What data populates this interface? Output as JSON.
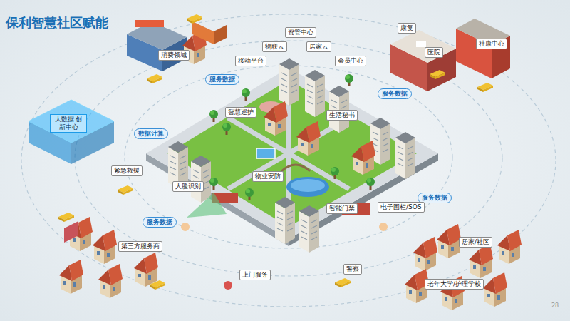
{
  "diagram": {
    "title": "保利智慧社区赋能",
    "nodes": [
      {
        "text": [
          "消费领域"
        ]
      },
      {
        "text": [
          "资管中心"
        ]
      },
      {
        "text": [
          "康复"
        ]
      },
      {
        "text": [
          "社康中心"
        ]
      },
      {
        "text": [
          "物联云"
        ]
      },
      {
        "text": [
          "居家云"
        ]
      },
      {
        "text": [
          "医院"
        ]
      },
      {
        "text": [
          "移动平台"
        ]
      },
      {
        "text": [
          "会员中心"
        ]
      },
      {
        "text": [
          "服务数据"
        ]
      },
      {
        "text": [
          "服务数据"
        ]
      },
      {
        "text": [
          "智慧巡护"
        ]
      },
      {
        "text": [
          "生活秘书"
        ]
      },
      {
        "text": [
          "数据计算"
        ]
      },
      {
        "text": [
          "大数据 创新中心"
        ]
      },
      {
        "text": [
          "紧急救援"
        ]
      },
      {
        "text": [
          "物业安防"
        ]
      },
      {
        "text": [
          "人脸识别"
        ]
      },
      {
        "text": [
          "服务数据"
        ]
      },
      {
        "text": [
          "智能门禁"
        ]
      },
      {
        "text": [
          "电子围栏/SOS"
        ]
      },
      {
        "text": [
          "服务数据"
        ]
      },
      {
        "text": [
          "第三方服务商"
        ]
      },
      {
        "text": [
          "居家/社区"
        ]
      },
      {
        "text": [
          "警察"
        ]
      },
      {
        "text": [
          "上门服务"
        ]
      },
      {
        "text": [
          "老年大学/护理学校"
        ]
      }
    ],
    "labels": [
      "28"
    ]
  }
}
